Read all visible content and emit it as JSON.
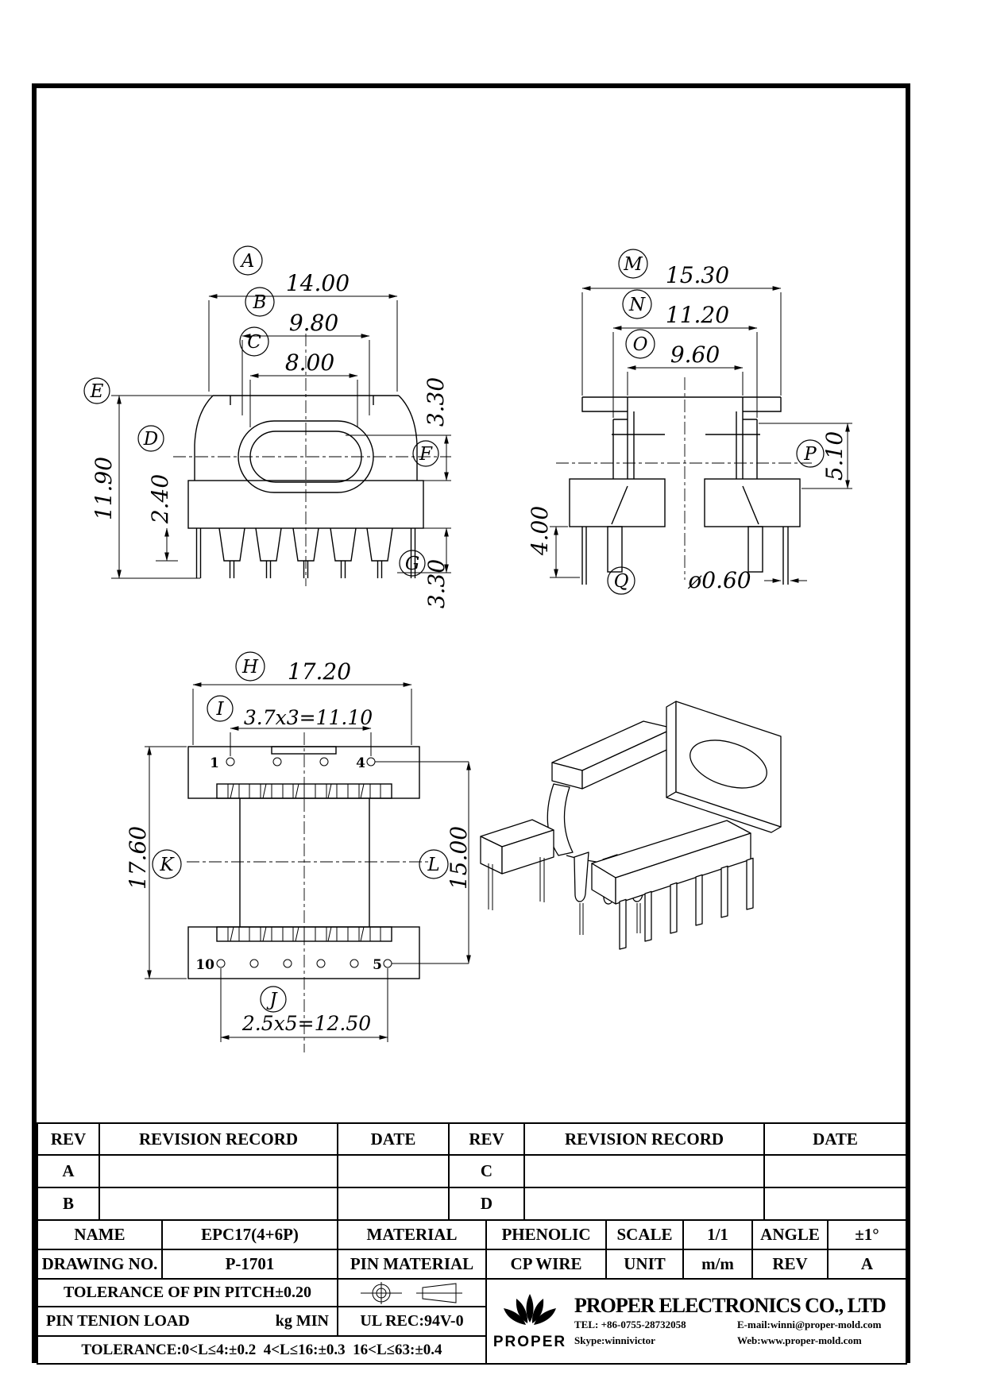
{
  "views": {
    "front": {
      "dims": {
        "A": {
          "label": "A",
          "value": "14.00"
        },
        "B": {
          "label": "B",
          "value": "9.80"
        },
        "C": {
          "label": "C",
          "value": "8.00"
        },
        "D": {
          "label": "D",
          "value": "2.40"
        },
        "E": {
          "label": "E",
          "value": "11.90"
        },
        "F": {
          "label": "F",
          "value": "3.30"
        },
        "G": {
          "label": "G",
          "value": "3.30"
        }
      }
    },
    "side": {
      "dims": {
        "M": {
          "label": "M",
          "value": "15.30"
        },
        "N": {
          "label": "N",
          "value": "11.20"
        },
        "O": {
          "label": "O",
          "value": "9.60"
        },
        "P": {
          "label": "P",
          "value": "5.10"
        },
        "Q": {
          "label": "Q",
          "value": "ø0.60"
        },
        "seat": {
          "value": "4.00"
        }
      }
    },
    "plan": {
      "dims": {
        "H": {
          "label": "H",
          "value": "17.20"
        },
        "I": {
          "label": "I",
          "value": "3.7x3=11.10"
        },
        "J": {
          "label": "J",
          "value": "2.5x5=12.50"
        },
        "K": {
          "label": "K",
          "value": "17.60"
        },
        "L": {
          "label": "L",
          "value": "15.00"
        }
      },
      "pins": {
        "top_first": "1",
        "top_last": "4",
        "bottom_first": "10",
        "bottom_last": "5"
      }
    }
  },
  "revision_table": {
    "headers": [
      "REV",
      "REVISION RECORD",
      "DATE",
      "REV",
      "REVISION RECORD",
      "DATE"
    ],
    "rows": [
      {
        "left": "A",
        "right": "C"
      },
      {
        "left": "B",
        "right": "D"
      }
    ]
  },
  "title_block": {
    "name_label": "NAME",
    "name_value": "EPC17(4+6P)",
    "material_label": "MATERIAL",
    "material_value": "PHENOLIC",
    "scale_label": "SCALE",
    "scale_value": "1/1",
    "angle_label": "ANGLE",
    "angle_value": "±1°",
    "drawing_no_label": "DRAWING NO.",
    "drawing_no_value": "P-1701",
    "pin_material_label": "PIN MATERIAL",
    "pin_material_value": "CP WIRE",
    "unit_label": "UNIT",
    "unit_value": "m/m",
    "rev_label": "REV",
    "rev_value": "A",
    "pin_pitch_tolerance": "TOLERANCE OF PIN PITCH±0.20",
    "pin_tension_label": "PIN TENION LOAD",
    "pin_tension_unit": "kg MIN",
    "ul_rec": "UL REC:94V-0",
    "tolerance_line": "TOLERANCE:0<L≤4:±0.2  4<L≤16:±0.3  16<L≤63:±0.4"
  },
  "company": {
    "logo_text": "PROPER",
    "name": "PROPER ELECTRONICS CO., LTD",
    "tel": "TEL: +86-0755-28732058",
    "email": "E-mail:winni@proper-mold.com",
    "skype": "Skype:winnivictor",
    "web": "Web:www.proper-mold.com"
  }
}
